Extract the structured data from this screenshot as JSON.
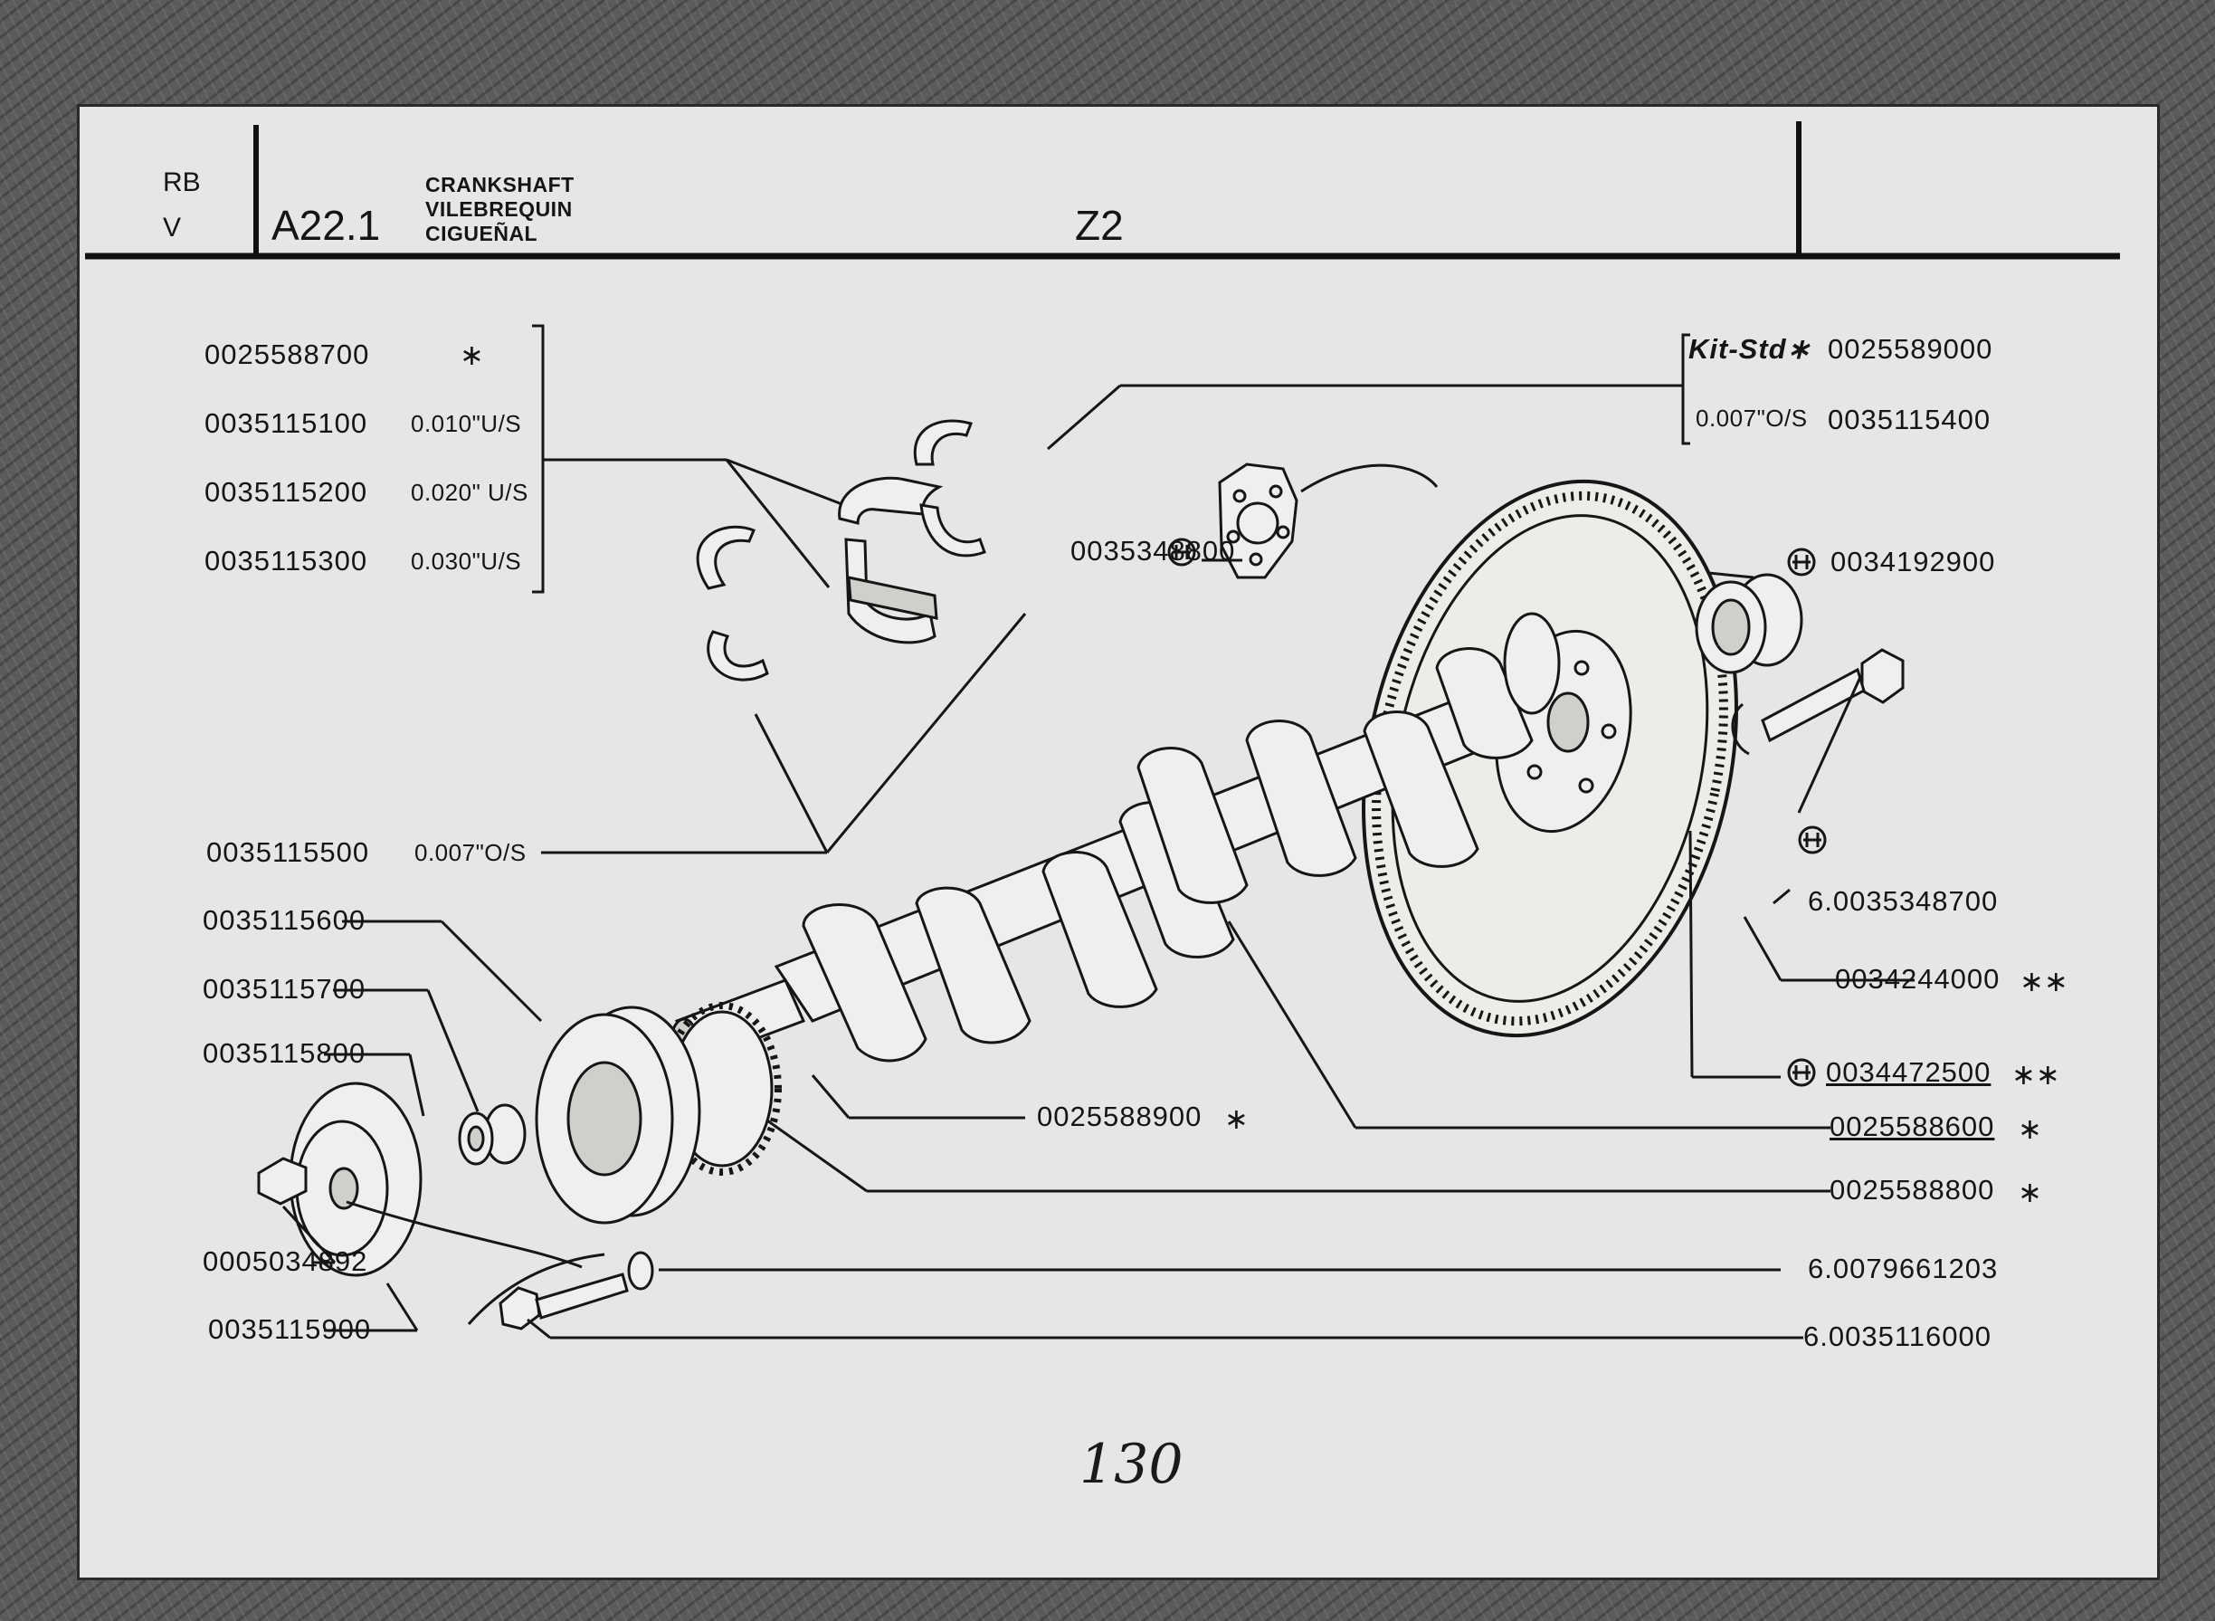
{
  "header": {
    "code_line1": "RB",
    "code_line2": "V",
    "section": "A22.1",
    "title_en": "CRANKSHAFT",
    "title_fr": "VILEBREQUIN",
    "title_es": "CIGUEÑAL",
    "group": "Z2"
  },
  "left_group": [
    {
      "part": "0025588700",
      "note": "∗"
    },
    {
      "part": "0035115100",
      "note": "0.010\"U/S"
    },
    {
      "part": "0035115200",
      "note": "0.020\" U/S"
    },
    {
      "part": "0035115300",
      "note": "0.030\"U/S"
    }
  ],
  "right_group": {
    "kit_label": "Kit-Std∗",
    "kit_part": "0025589000",
    "os_note": "0.007\"O/S",
    "os_part": "0035115400"
  },
  "parts": {
    "thrust_left": {
      "part": "0035115500",
      "note": "0.007\"O/S"
    },
    "plate": "0035348800",
    "bearing": "0034192900",
    "bolt_right": "6.0035348700",
    "ring_gear": "0034244000",
    "ring_gear_mark": "∗∗",
    "flywheel": "0034472500",
    "flywheel_mark": "∗∗",
    "key": "0025588900",
    "key_mark": "∗",
    "crankshaft": "0025588600",
    "crankshaft_mark": "∗",
    "gear": "0025588800",
    "gear_mark": "∗",
    "pulley": "0035115600",
    "spacer": "0035115700",
    "washer": "0035115800",
    "screw": "0005034892",
    "hub": "0035115900",
    "lock_washer": "6.0079661203",
    "bolt_lower": "6.0035116000"
  },
  "page_number": "130"
}
